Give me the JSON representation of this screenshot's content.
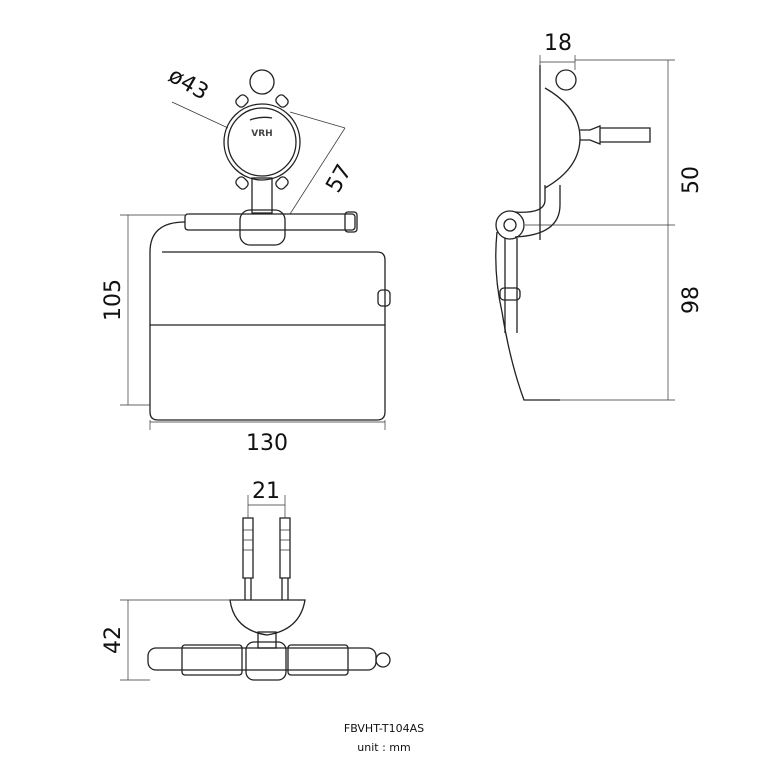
{
  "front_view": {
    "dim_diameter": "ø43",
    "dim_offset": "57",
    "dim_height": "105",
    "dim_width": "130",
    "logo": "VRH"
  },
  "side_view": {
    "dim_depth": "18",
    "dim_upper": "50",
    "dim_lower": "98"
  },
  "bottom_view": {
    "dim_spacing": "21",
    "dim_projection": "42"
  },
  "caption": {
    "model": "FBVHT-T104AS",
    "unit": "unit : mm"
  }
}
